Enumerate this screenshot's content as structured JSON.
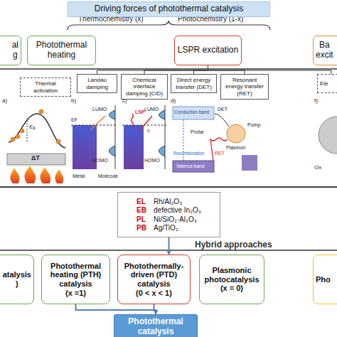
{
  "diagram": {
    "nodes": [
      {
        "text": [
          "Driving forces of photothermal catalysis"
        ]
      },
      {
        "text": [
          "al",
          "g"
        ]
      },
      {
        "text": [
          "Photothermal heating"
        ]
      },
      {
        "text": [
          "LSPR excitation"
        ]
      },
      {
        "text": [
          "Ba",
          "excit"
        ]
      },
      {
        "text": [
          "Thermal activation"
        ]
      },
      {
        "text": [
          "Landau damping"
        ]
      },
      {
        "text": [
          "Chemical interface damping (CID)"
        ]
      },
      {
        "text": [
          "Direct energy transfer (DET)"
        ]
      },
      {
        "text": [
          "Resonant energy transfer (RET)"
        ]
      },
      {
        "text": [
          "Ele"
        ]
      },
      {
        "text": [
          "EL",
          "EB",
          "PL",
          "PB",
          "Rh/Al₂O₃",
          "defective In₂O₃",
          "Ni/SiO₂·Al₂O₃",
          "Ag/TiO₂"
        ]
      },
      {
        "text": [
          "atalysis",
          ")"
        ]
      },
      {
        "text": [
          "Photothermal heating (PTH) catalysis",
          "(x =1)"
        ]
      },
      {
        "text": [
          "Photothermally-driven (PTD) catalysis",
          "(0 < x < 1)"
        ]
      },
      {
        "text": [
          "Plasmonic photocatalysis",
          "(x = 0)"
        ]
      },
      {
        "text": [
          "Pho"
        ]
      },
      {
        "text": [
          "Photothermal catalysis"
        ]
      }
    ],
    "edges": [
      {
        "from": 3,
        "to": 6,
        "arrow": "none"
      },
      {
        "from": 3,
        "to": 7,
        "arrow": "none"
      },
      {
        "from": 3,
        "to": 8,
        "arrow": "none"
      },
      {
        "from": 3,
        "to": 9,
        "arrow": "none"
      },
      {
        "from": 3,
        "to": 10,
        "arrow": "none"
      },
      {
        "from": 11,
        "to": 14,
        "label": "Hybrid approaches",
        "arrow": "to"
      },
      {
        "from": 13,
        "to": 17,
        "arrow": "to"
      },
      {
        "from": 14,
        "to": 17,
        "arrow": "to"
      }
    ],
    "labels": [
      "Thermochemistry (x)",
      "Photochemistry (1-x)",
      "a)",
      "Eₐ",
      "ΔT",
      "b)",
      "EF",
      "LUMO",
      "HOMO",
      "Metal",
      "Molecule",
      "c)",
      "LSP",
      "e",
      "LUMO",
      "HOMO",
      "d)",
      "Conduction band",
      "DET",
      "Probe",
      "Plasmon",
      "RET",
      "Recombination",
      "Valence band",
      "Pump",
      "f)",
      "Ox"
    ]
  }
}
